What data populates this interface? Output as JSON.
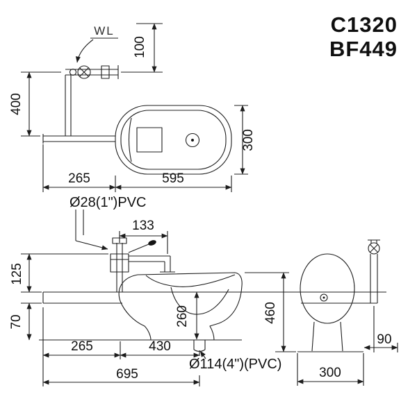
{
  "header": {
    "model_line1": "C1320",
    "model_line2": "BF449"
  },
  "plan_view": {
    "wl_label": "WL",
    "dim_offset_top": "100",
    "dim_supply_drop": "400",
    "dim_width": "300",
    "dim_wall_offset": "265",
    "dim_length": "595"
  },
  "side_view": {
    "pipe_label": "Ø28(1\")PVC",
    "dim_valve_span": "133",
    "dim_inlet_height": "125",
    "dim_pipe_height": "70",
    "dim_bowl_height": "260",
    "dim_total_height": "460",
    "dim_wall_offset": "265",
    "dim_bowl_length": "430",
    "dim_total_length": "695",
    "outlet_label": "Ø114(4\")(PVC)"
  },
  "rear_view": {
    "dim_pipe_offset": "90",
    "dim_width": "300"
  }
}
